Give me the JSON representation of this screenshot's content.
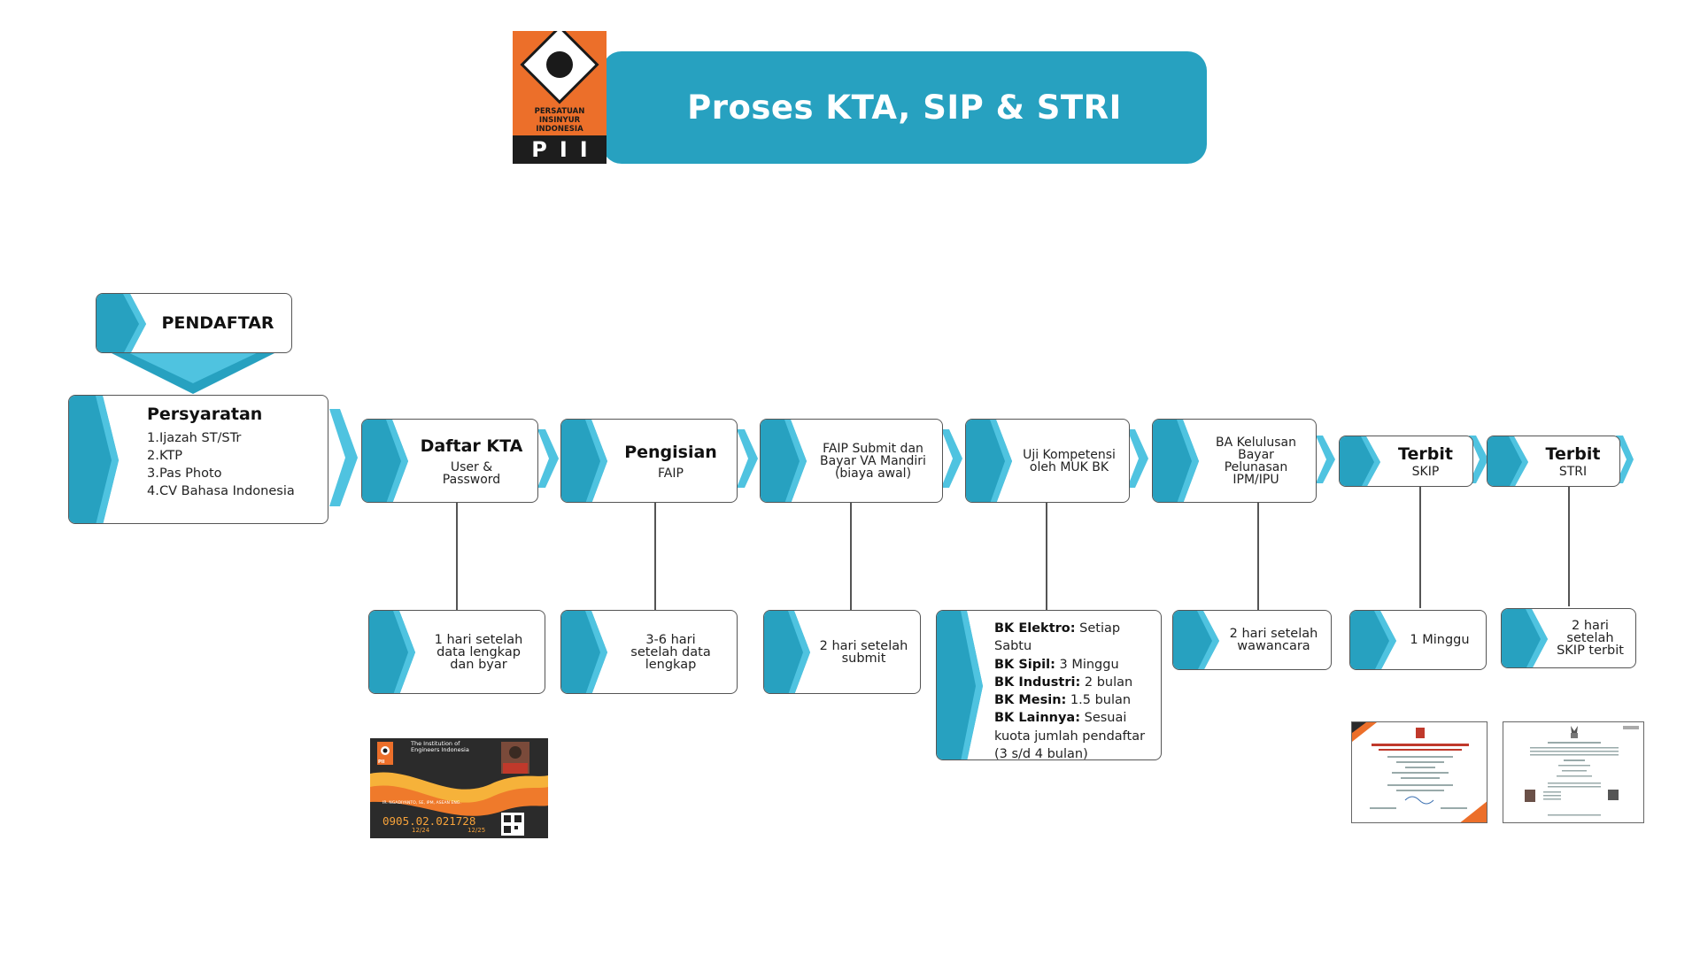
{
  "header": {
    "title": "Proses KTA, SIP & STRI",
    "logo": {
      "org_lines": [
        "PERSATUAN",
        "INSINYUR",
        "INDONESIA"
      ],
      "abbr": "PII"
    }
  },
  "colors": {
    "accent": "#27a1c0",
    "accent_light": "#4fc3e0",
    "brand_orange": "#ec6f2a",
    "border": "#555555"
  },
  "pendaftar": {
    "label": "PENDAFTAR"
  },
  "requirements": {
    "title": "Persyaratan",
    "items": [
      "Ijazah ST/STr",
      "KTP",
      "Pas Photo",
      "CV Bahasa Indonesia"
    ]
  },
  "steps": [
    {
      "title": "Daftar KTA",
      "subtitle": "User &\nPassword",
      "duration": "1 hari setelah\ndata lengkap\ndan byar"
    },
    {
      "title": "Pengisian",
      "subtitle": "FAIP",
      "duration": "3-6 hari\nsetelah data\nlengkap"
    },
    {
      "title": "",
      "subtitle": "FAIP Submit dan\nBayar VA Mandiri\n(biaya awal)",
      "duration": "2 hari setelah\nsubmit"
    },
    {
      "title": "",
      "subtitle": "Uji Kompetensi\noleh MUK BK",
      "duration": ""
    },
    {
      "title": "",
      "subtitle": "BA Kelulusan\nBayar\nPelunasan\nIPM/IPU",
      "duration": "2 hari setelah\nwawancara"
    },
    {
      "title": "Terbit",
      "subtitle": "SKIP",
      "duration": "1 Minggu"
    },
    {
      "title": "Terbit",
      "subtitle": "STRI",
      "duration": "2 hari\nsetelah\nSKIP terbit"
    }
  ],
  "bk_schedule": [
    {
      "name": "BK Elektro:",
      "value": " Setiap Sabtu"
    },
    {
      "name": "BK Sipil:",
      "value": " 3 Minggu"
    },
    {
      "name": "BK Industri:",
      "value": " 2 bulan"
    },
    {
      "name": "BK Mesin:",
      "value": " 1.5 bulan"
    },
    {
      "name": "BK Lainnya:",
      "value": " Sesuai\nkuota jumlah pendaftar\n(3 s/d 4 bulan)"
    }
  ],
  "kta_card": {
    "org_name": "The Institution of\nEngineers Indonesia",
    "abbr": "PII",
    "holder": "IR. NGADIYANTO, SE, IPM, ASEAN ENG.",
    "number": "0905.02.021728",
    "valid_from": "12/24",
    "valid_thru": "12/25"
  }
}
